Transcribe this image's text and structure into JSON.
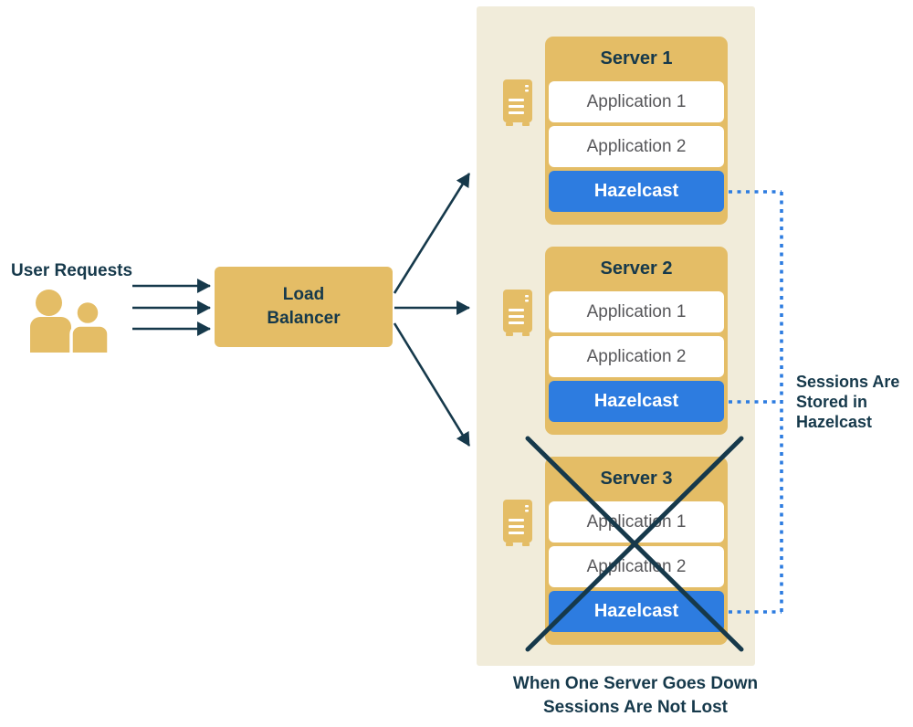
{
  "colors": {
    "gold": "#E4BD66",
    "cream_panel": "#F1ECDA",
    "hazelcast_blue": "#2D7CE0",
    "navy_text": "#16394B",
    "app_text_gray": "#57575A",
    "white": "#FFFFFF"
  },
  "user_requests": {
    "label": "User Requests"
  },
  "load_balancer": {
    "label": "Load\nBalancer"
  },
  "servers": [
    {
      "title": "Server 1",
      "apps": [
        "Application 1",
        "Application 2"
      ],
      "cache": "Hazelcast",
      "failed": false
    },
    {
      "title": "Server 2",
      "apps": [
        "Application 1",
        "Application 2"
      ],
      "cache": "Hazelcast",
      "failed": false
    },
    {
      "title": "Server 3",
      "apps": [
        "Application 1",
        "Application 2"
      ],
      "cache": "Hazelcast",
      "failed": true
    }
  ],
  "annotations": {
    "sessions_note": "Sessions Are\nStored in\nHazelcast",
    "caption": "When One Server Goes Down\nSessions Are Not Lost"
  },
  "icons": {
    "users": "users-icon",
    "server_tower": "server-tower-icon",
    "failure_cross": "failure-cross"
  }
}
